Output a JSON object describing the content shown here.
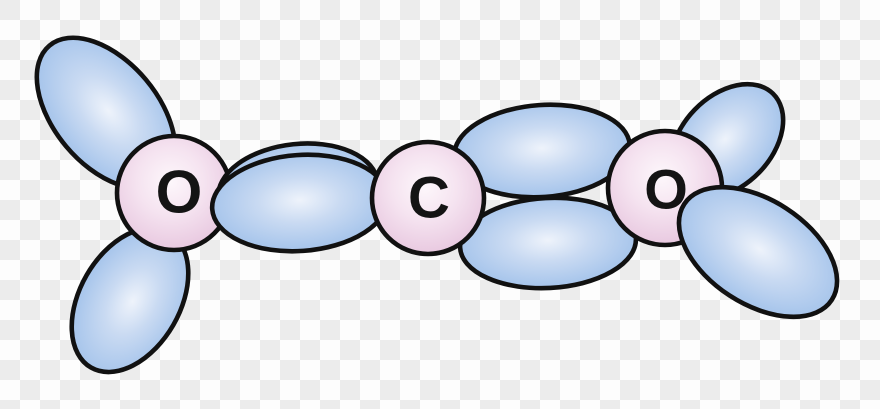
{
  "molecule": {
    "atoms": [
      {
        "label": "O"
      },
      {
        "label": "C"
      },
      {
        "label": "O"
      }
    ]
  },
  "colors": {
    "outline": "#111111",
    "label_ink": "#141414",
    "lobe_blue_edge": "#a2c0e6",
    "lobe_blue_mid": "#c9daf2",
    "lobe_blue_highlight": "#eef3fb",
    "atom_pink_edge": "#e5c0dc",
    "atom_pink_mid": "#f5e3f0",
    "atom_pink_highlight": "#fdf7fb",
    "checker_gray": "#ececec",
    "checker_white": "#fdfdfd"
  }
}
